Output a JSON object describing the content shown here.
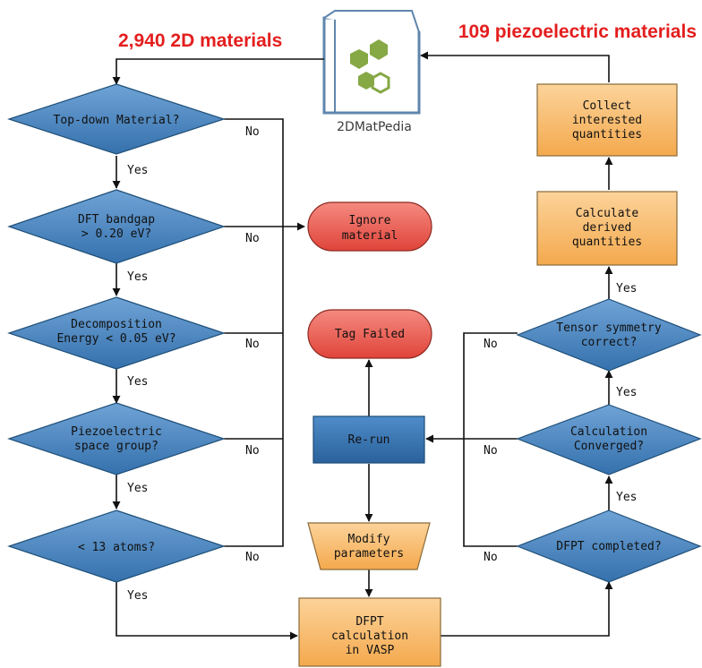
{
  "headline": {
    "left_count": "2,940 2D materials",
    "right_count": "109 piezoelectric materials",
    "color": "#e41e1e"
  },
  "database": {
    "label": "2DMatPedia",
    "icon": "book-hexagons-icon",
    "book_color": "#5f86ad",
    "hex_color": "#86a845"
  },
  "colors": {
    "decision": "#3f7fbf",
    "process_orange": "#f7b967",
    "terminal_red": "#ee5a50",
    "rerun_blue": "#2f6ea8"
  },
  "nodes": {
    "top_down": [
      "Top-down Material?"
    ],
    "bandgap": [
      "DFT bandgap",
      "> 0.20 eV?"
    ],
    "decomp": [
      "Decomposition",
      "Energy < 0.05 eV?"
    ],
    "spacegroup": [
      "Piezoelectric",
      "space group?"
    ],
    "atoms": [
      "< 13 atoms?"
    ],
    "ignore": [
      "Ignore",
      "material"
    ],
    "tag_failed": [
      "Tag Failed"
    ],
    "rerun": [
      "Re-run"
    ],
    "modify": [
      "Modify",
      "parameters"
    ],
    "dfpt": [
      "DFPT",
      "calculation",
      "in VASP"
    ],
    "dfpt_completed": [
      "DFPT completed?"
    ],
    "converged": [
      "Calculation",
      "Converged?"
    ],
    "tensor": [
      "Tensor symmetry",
      "correct?"
    ],
    "derived": [
      "Calculate",
      "derived",
      "quantities"
    ],
    "collect": [
      "Collect",
      "interested",
      "quantities"
    ]
  },
  "labels": {
    "yes": "Yes",
    "no": "No"
  }
}
